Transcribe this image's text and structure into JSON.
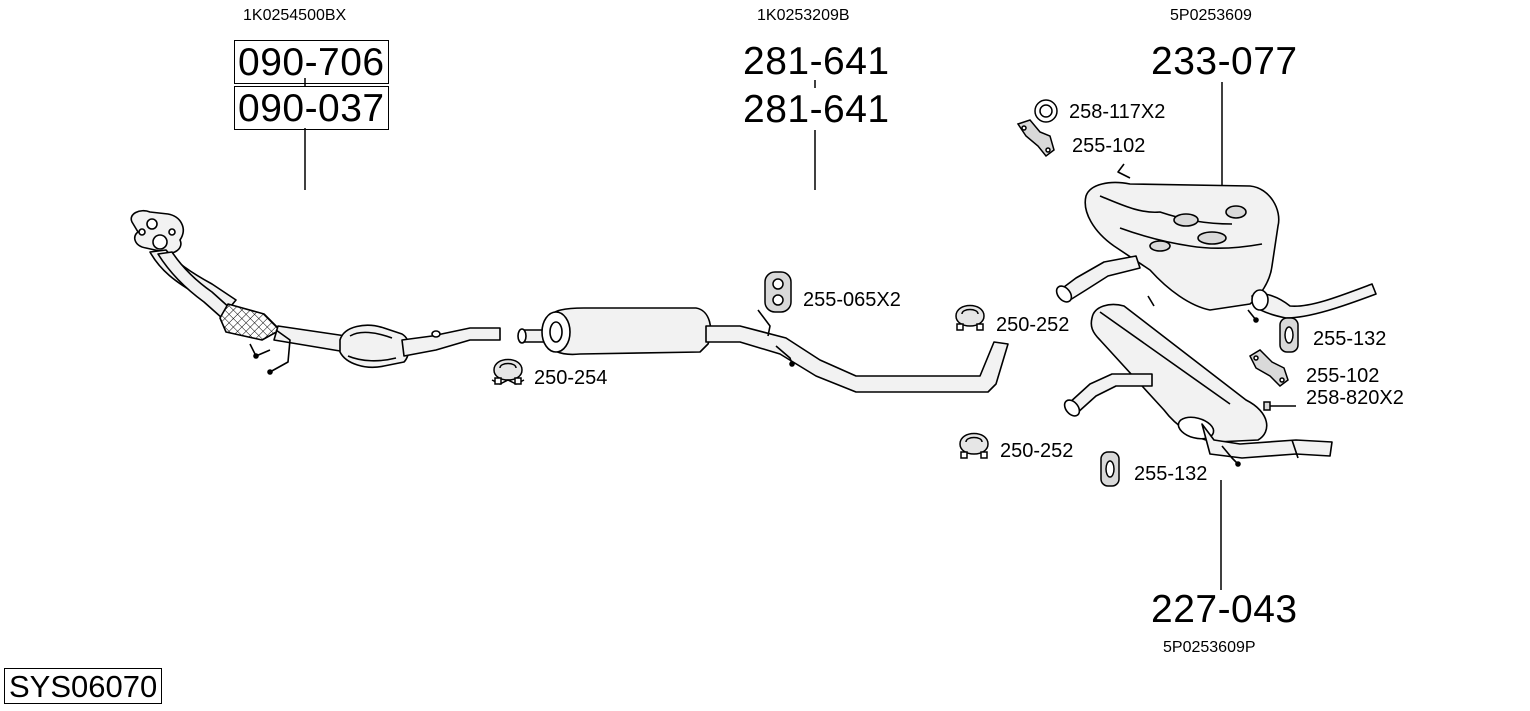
{
  "diagram": {
    "system_code": "SYS06070",
    "colors": {
      "line": "#000000",
      "part_fill": "#f2f2f2",
      "part_shade": "#d0d0d0"
    },
    "front_pipe": {
      "oem_number": "1K0254500BX",
      "part_numbers": [
        "090-706",
        "090-037"
      ],
      "fittings": [
        {
          "label": "250-254",
          "icon": "clamp-icon"
        }
      ]
    },
    "middle_pipe": {
      "oem_number": "1K0253209B",
      "part_numbers": [
        "281-641",
        "281-641"
      ],
      "fittings": [
        {
          "label": "255-065X2",
          "icon": "rubber-hanger-icon"
        },
        {
          "label": "250-252",
          "icon": "clamp-icon"
        }
      ]
    },
    "rear_box_left": {
      "oem_number": "5P0253609",
      "part_number": "233-077",
      "fittings": [
        {
          "label": "258-117X2",
          "icon": "gasket-ring-icon"
        },
        {
          "label": "255-102",
          "icon": "mounting-bracket-icon"
        },
        {
          "label": "255-132",
          "icon": "rubber-hanger-icon"
        },
        {
          "label": "255-102",
          "icon": "mounting-bracket-icon"
        },
        {
          "label": "258-820X2",
          "icon": "bolt-icon"
        }
      ]
    },
    "rear_box_right": {
      "oem_number": "5P0253609P",
      "part_number": "227-043",
      "fittings": [
        {
          "label": "250-252",
          "icon": "clamp-icon"
        },
        {
          "label": "255-132",
          "icon": "rubber-hanger-icon"
        }
      ]
    }
  }
}
